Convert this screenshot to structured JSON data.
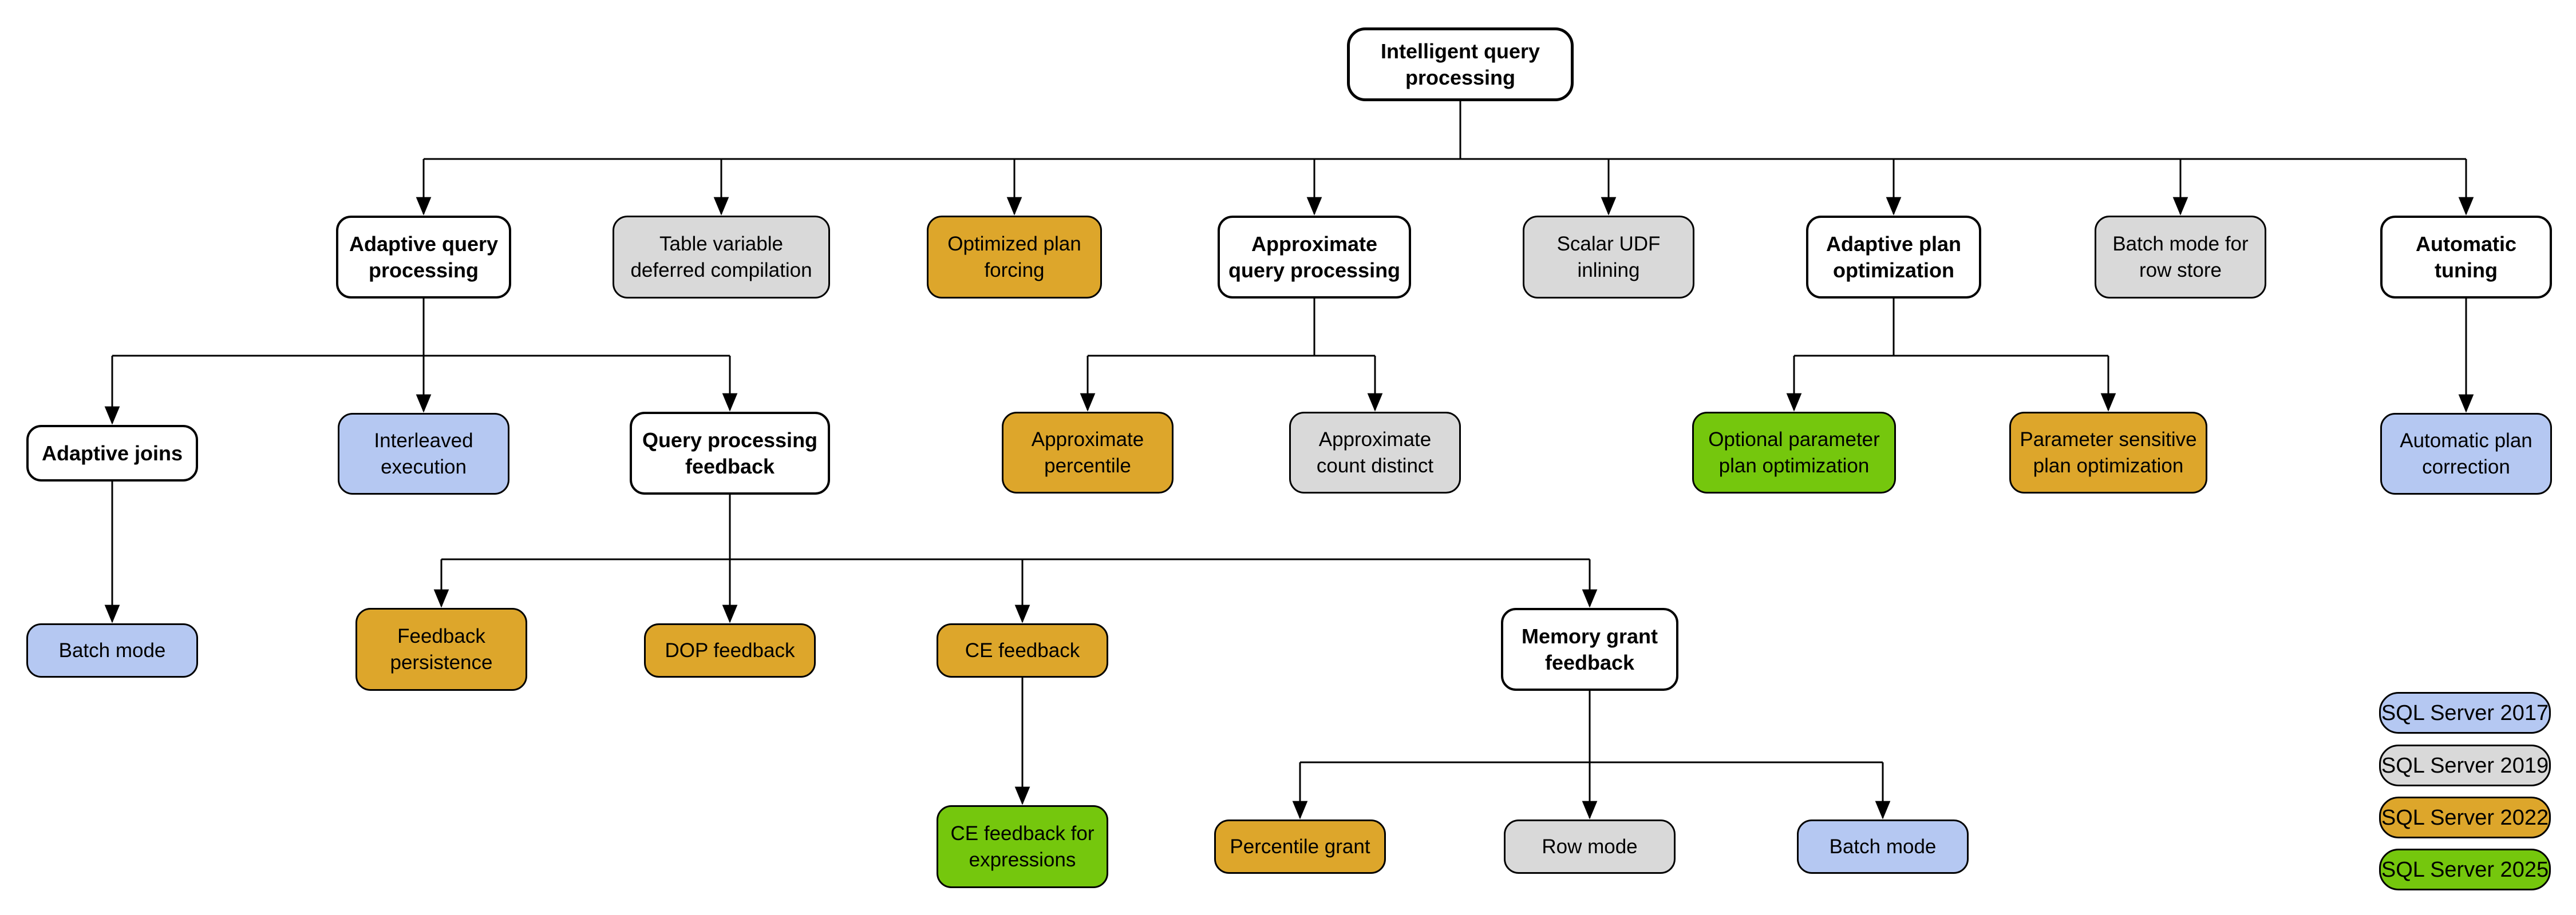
{
  "nodes": {
    "root": {
      "label": "Intelligent query\nprocessing",
      "version": ""
    },
    "adaptive_query_processing": {
      "label": "Adaptive query\nprocessing",
      "version": ""
    },
    "table_variable_deferred_compilation": {
      "label": "Table variable\ndeferred compilation",
      "version": "2019"
    },
    "optimized_plan_forcing": {
      "label": "Optimized plan\nforcing",
      "version": "2022"
    },
    "approximate_query_processing": {
      "label": "Approximate\nquery processing",
      "version": ""
    },
    "scalar_udf_inlining": {
      "label": "Scalar UDF\ninlining",
      "version": "2019"
    },
    "adaptive_plan_optimization": {
      "label": "Adaptive plan\noptimization",
      "version": ""
    },
    "batch_mode_for_row_store": {
      "label": "Batch mode for\nrow store",
      "version": "2019"
    },
    "automatic_tuning": {
      "label": "Automatic\ntuning",
      "version": ""
    },
    "adaptive_joins": {
      "label": "Adaptive joins",
      "version": ""
    },
    "interleaved_execution": {
      "label": "Interleaved\nexecution",
      "version": "2017"
    },
    "query_processing_feedback": {
      "label": "Query processing\nfeedback",
      "version": ""
    },
    "approximate_percentile": {
      "label": "Approximate\npercentile",
      "version": "2022"
    },
    "approximate_count_distinct": {
      "label": "Approximate\ncount distinct",
      "version": "2019"
    },
    "optional_parameter_plan_optimization": {
      "label": "Optional parameter\nplan optimization",
      "version": "2025"
    },
    "parameter_sensitive_plan_optimization": {
      "label": "Parameter sensitive\nplan optimization",
      "version": "2022"
    },
    "automatic_plan_correction": {
      "label": "Automatic plan\ncorrection",
      "version": "2017"
    },
    "batch_mode_adaptive_joins": {
      "label": "Batch mode",
      "version": "2017"
    },
    "feedback_persistence": {
      "label": "Feedback\npersistence",
      "version": "2022"
    },
    "dop_feedback": {
      "label": "DOP feedback",
      "version": "2022"
    },
    "ce_feedback": {
      "label": "CE feedback",
      "version": "2022"
    },
    "memory_grant_feedback": {
      "label": "Memory grant\nfeedback",
      "version": ""
    },
    "ce_feedback_for_expressions": {
      "label": "CE feedback for\nexpressions",
      "version": "2025"
    },
    "percentile_grant": {
      "label": "Percentile grant",
      "version": "2022"
    },
    "row_mode": {
      "label": "Row mode",
      "version": "2019"
    },
    "batch_mode_memory_grant": {
      "label": "Batch mode",
      "version": "2017"
    }
  },
  "legend": {
    "items": [
      {
        "label": "SQL Server 2017",
        "version": "2017"
      },
      {
        "label": "SQL Server 2019",
        "version": "2019"
      },
      {
        "label": "SQL Server 2022",
        "version": "2022"
      },
      {
        "label": "SQL Server 2025",
        "version": "2025"
      }
    ]
  },
  "colors": {
    "2017": "#B5C8F2",
    "2019": "#D9D9D9",
    "2022": "#DDA62B",
    "2025": "#75C70D",
    "line": "#000000",
    "category_fill": "#FFFFFF"
  }
}
